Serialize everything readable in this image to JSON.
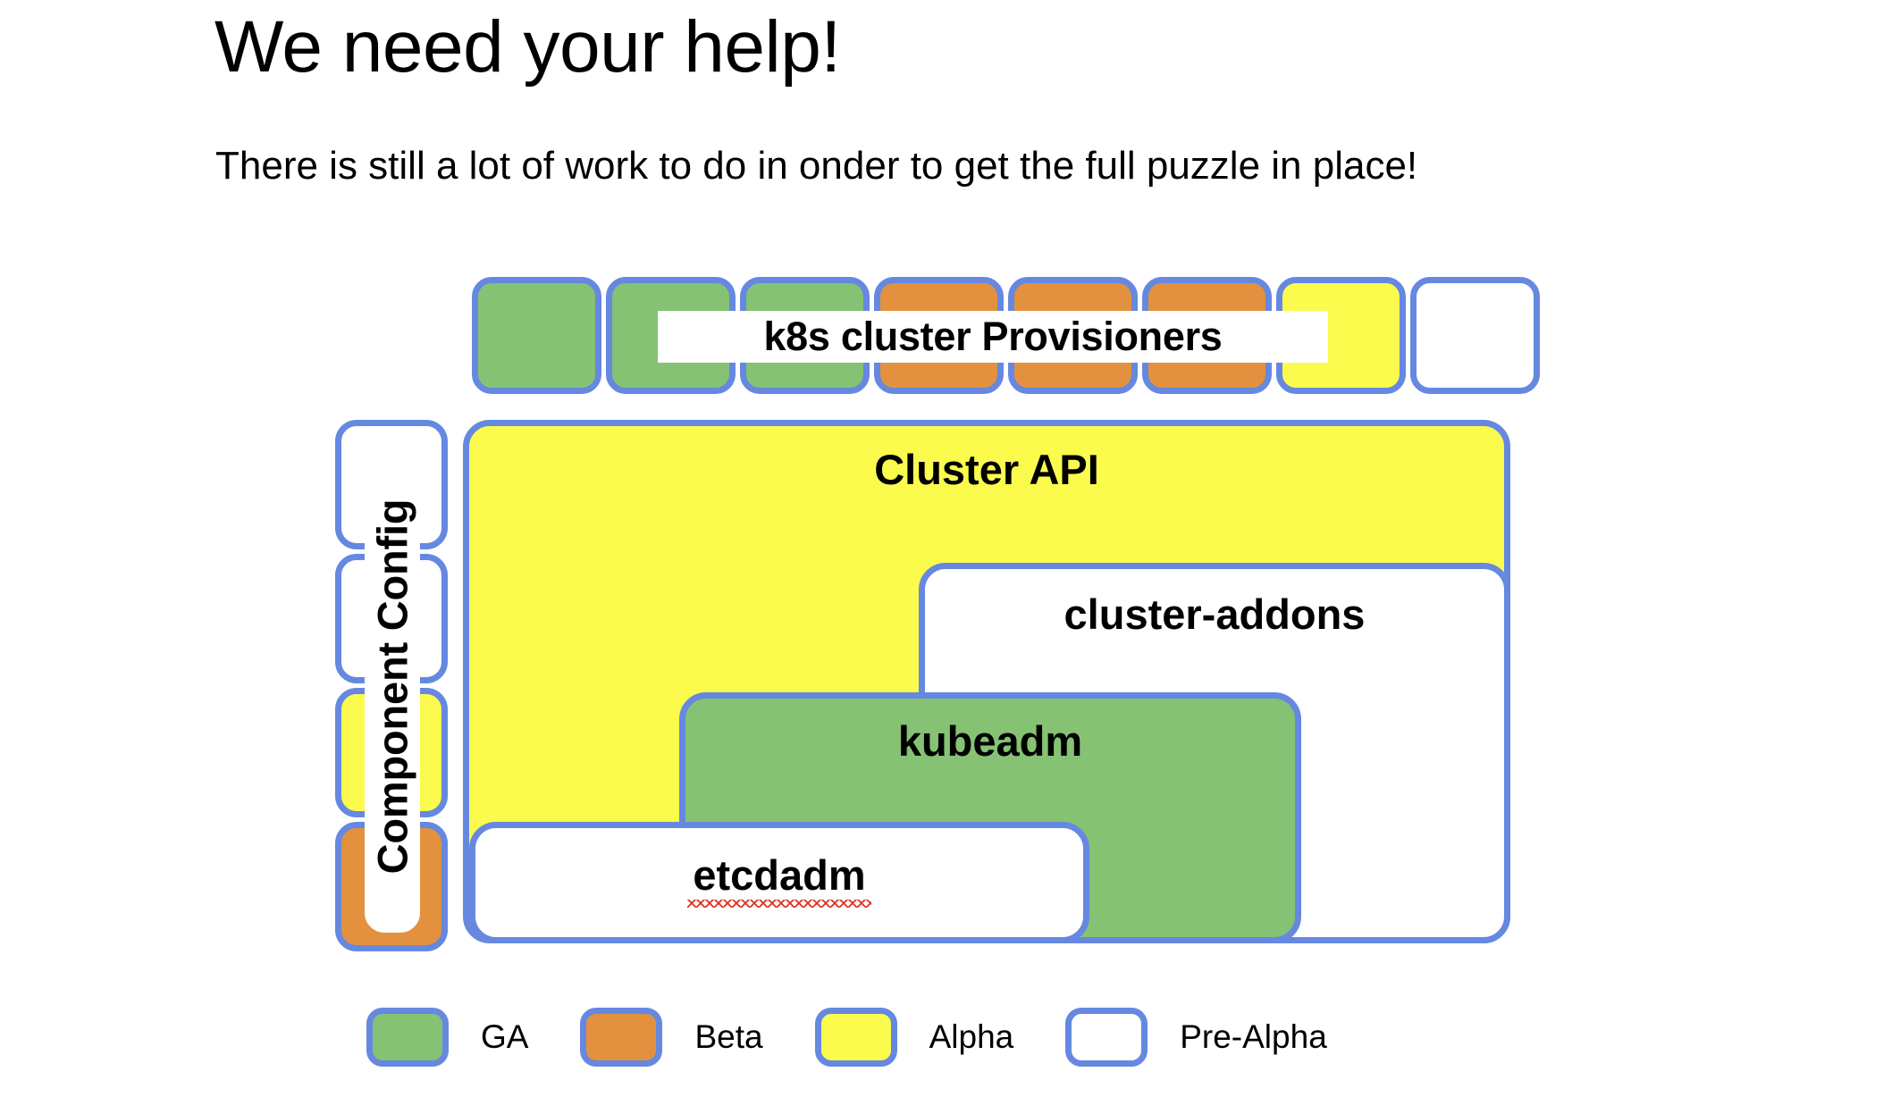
{
  "slide": {
    "title": "We need your help!",
    "subtitle": "There is still a lot of work to do in onder to get the full puzzle in place!"
  },
  "colors": {
    "ga_green": "#85c273",
    "beta_orange": "#e3913e",
    "alpha_yellow": "#fbfb4e",
    "prealpha_white": "#ffffff",
    "stroke_blue": "#6688e0",
    "spellcheck_red": "#e03020"
  },
  "provisioners": {
    "label": "k8s cluster Provisioners",
    "boxes": [
      {
        "name": "provisioner-slot-1",
        "status": "GA",
        "fill": "#85c273"
      },
      {
        "name": "provisioner-slot-2",
        "status": "GA",
        "fill": "#85c273"
      },
      {
        "name": "provisioner-slot-3",
        "status": "GA",
        "fill": "#85c273"
      },
      {
        "name": "provisioner-slot-4",
        "status": "Beta",
        "fill": "#e3913e"
      },
      {
        "name": "provisioner-slot-5",
        "status": "Beta",
        "fill": "#e3913e"
      },
      {
        "name": "provisioner-slot-6",
        "status": "Beta",
        "fill": "#e3913e"
      },
      {
        "name": "provisioner-slot-7",
        "status": "Alpha",
        "fill": "#fbfb4e"
      },
      {
        "name": "provisioner-slot-8",
        "status": "Pre-Alpha",
        "fill": "#ffffff"
      }
    ]
  },
  "component_config": {
    "label": "Component Config",
    "boxes": [
      {
        "name": "component-config-slot-1",
        "status": "Pre-Alpha",
        "fill": "#ffffff"
      },
      {
        "name": "component-config-slot-2",
        "status": "Pre-Alpha",
        "fill": "#ffffff"
      },
      {
        "name": "component-config-slot-3",
        "status": "Alpha",
        "fill": "#fbfb4e"
      },
      {
        "name": "component-config-slot-4",
        "status": "Beta",
        "fill": "#e3913e"
      }
    ]
  },
  "diagram": {
    "cluster_api": {
      "label": "Cluster API",
      "status": "Alpha",
      "fill": "#fbfb4e"
    },
    "cluster_addons": {
      "label": "cluster-addons",
      "status": "Pre-Alpha",
      "fill": "#ffffff"
    },
    "kubeadm": {
      "label": "kubeadm",
      "status": "GA",
      "fill": "#85c273"
    },
    "etcdadm": {
      "label": "etcdadm",
      "status": "Pre-Alpha",
      "fill": "#ffffff",
      "spellcheck_underline": true
    }
  },
  "legend": {
    "items": [
      {
        "label": "GA",
        "fill": "#85c273"
      },
      {
        "label": "Beta",
        "fill": "#e3913e"
      },
      {
        "label": "Alpha",
        "fill": "#fbfb4e"
      },
      {
        "label": "Pre-Alpha",
        "fill": "#ffffff"
      }
    ]
  }
}
